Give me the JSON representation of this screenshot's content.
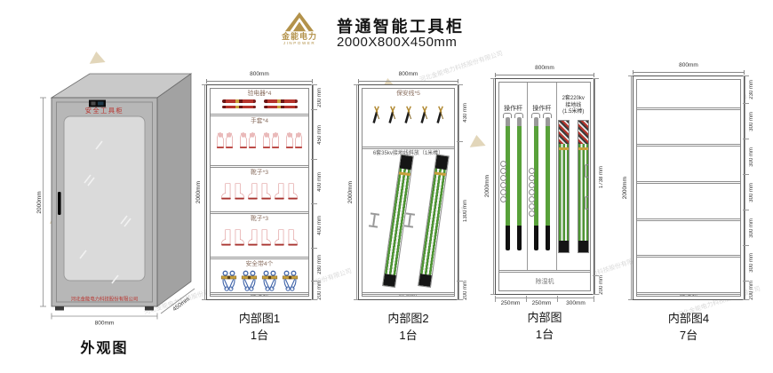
{
  "header": {
    "logo": {
      "name": "金能电力",
      "sub": "JINPOWER"
    },
    "title": "普通智能工具柜",
    "subtitle": "2000X800X450mm"
  },
  "watermark": "河北金能电力科技股份有限公司",
  "exterior": {
    "caption": "外观图",
    "door_title": "安全工具柜",
    "company": "河北金能电力科技股份有限公司",
    "dim_height": "2000mm",
    "dim_width": "800mm",
    "dim_depth": "450mm"
  },
  "cabinets": [
    {
      "caption": "内部图1",
      "qty": "1台",
      "dim_top": "800mm",
      "dim_left": "2000mm",
      "rows": [
        {
          "label": "验电器*4",
          "dim": "200 mm"
        },
        {
          "label": "手套*4",
          "dim": "450 mm"
        },
        {
          "label": "靴子*3",
          "dim": "400 mm"
        },
        {
          "label": "靴子*3",
          "dim": "400 mm"
        },
        {
          "label": "安全带4个",
          "dim": "280 mm"
        },
        {
          "label": "除湿机",
          "dim": "200 mm"
        }
      ]
    },
    {
      "caption": "内部图2",
      "qty": "1台",
      "dim_top": "800mm",
      "dim_left": "2000mm",
      "rows": [
        {
          "label": "保安线*5",
          "dim": "430 mm"
        },
        {
          "label": "6套35kv接地线斜放（1米棒）",
          "dim": "1300 mm"
        },
        {
          "label": "除湿机",
          "dim": "200 mm"
        }
      ]
    },
    {
      "caption": "内部图",
      "qty": "1台",
      "dim_top": "800mm",
      "dim_left": "2000mm",
      "dim_right_main": "1738 mm",
      "dim_right_bottom": "200 mm",
      "bottom_label": "除湿机",
      "columns": [
        {
          "label": "操作杆",
          "dim": "250mm"
        },
        {
          "label": "操作杆",
          "dim": "250mm"
        },
        {
          "label_l1": "2套220kv",
          "label_l2": "接地线",
          "label_l3": "(1.5米棒)",
          "dim": "300mm"
        }
      ]
    },
    {
      "caption": "内部图4",
      "qty": "7台",
      "dim_top": "800mm",
      "dim_left": "2000mm",
      "rows": [
        {
          "dim": "230 mm"
        },
        {
          "dim": "300 mm"
        },
        {
          "dim": "300 mm"
        },
        {
          "dim": "300 mm"
        },
        {
          "dim": "300 mm"
        },
        {
          "dim": "300 mm"
        },
        {
          "label": "除湿机",
          "dim": "200 mm"
        }
      ]
    }
  ]
}
